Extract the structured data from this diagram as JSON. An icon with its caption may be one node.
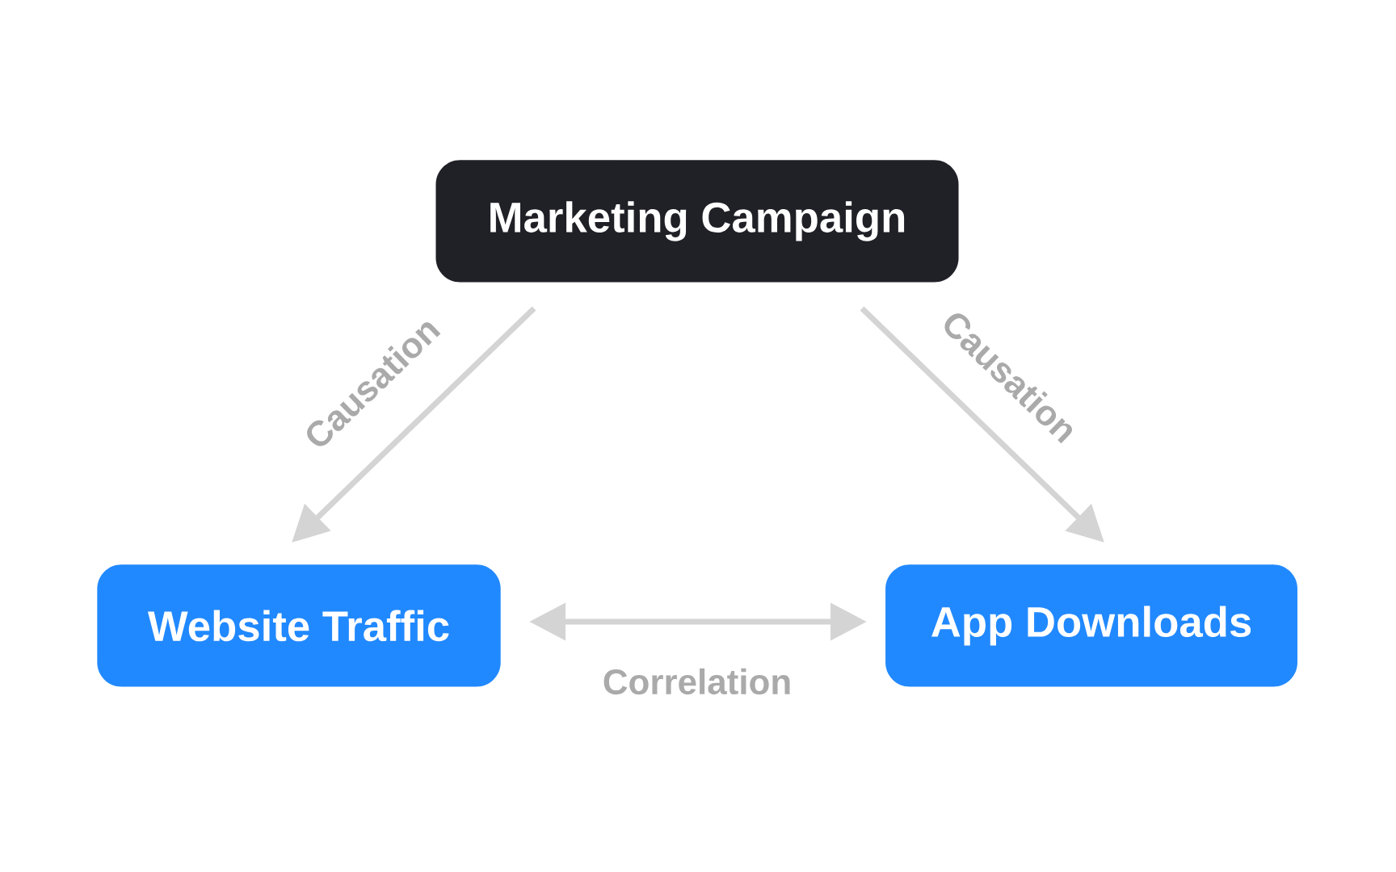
{
  "diagram": {
    "nodes": [
      {
        "text": [
          "Marketing Campaign"
        ]
      },
      {
        "text": [
          "Website Traffic"
        ]
      },
      {
        "text": [
          "App Downloads"
        ]
      }
    ],
    "edges": [
      {
        "from": 0,
        "to": 1,
        "arrow": "to",
        "label": "Causation"
      },
      {
        "from": 0,
        "to": 2,
        "arrow": "to",
        "label": "Causation"
      },
      {
        "from": 1,
        "to": 2,
        "arrow": "both",
        "label": "Correlation"
      }
    ]
  }
}
